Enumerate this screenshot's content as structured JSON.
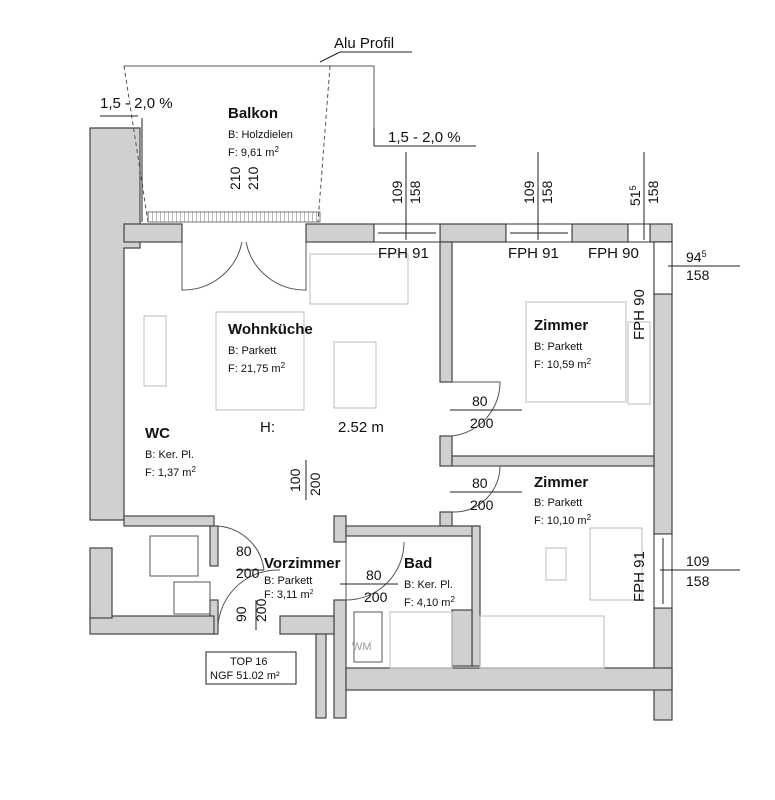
{
  "balcony": {
    "profile_label": "Alu Profil",
    "slope_left": "1,5 - 2,0 %",
    "slope_right": "1,5 - 2,0 %",
    "name": "Balkon",
    "floor": "B: Holzdielen",
    "area": "F: 9,61 m",
    "area_sup": "2",
    "door_dim_a": "210",
    "door_dim_b": "210"
  },
  "windows": {
    "w1_a": "109",
    "w1_b": "158",
    "w1_label": "FPH 91",
    "w2_a": "109",
    "w2_b": "158",
    "w2_label": "FPH 91",
    "w3_a": "51",
    "w3_a_sup": "5",
    "w3_b": "158",
    "w3_label": "FPH 90",
    "w4_a": "94",
    "w4_a_sup": "5",
    "w4_b": "158",
    "w4_label": "FPH 90",
    "w5_a": "109",
    "w5_b": "158",
    "w5_label": "FPH 91"
  },
  "rooms": {
    "wohnkueche": {
      "name": "Wohnküche",
      "floor": "B: Parkett",
      "area": "F: 21,75 m",
      "sup": "2"
    },
    "height": {
      "label": "H:",
      "value": "2.52 m"
    },
    "zimmer1": {
      "name": "Zimmer",
      "floor": "B: Parkett",
      "area": "F: 10,59 m",
      "sup": "2"
    },
    "zimmer2": {
      "name": "Zimmer",
      "floor": "B: Parkett",
      "area": "F: 10,10 m",
      "sup": "2"
    },
    "wc": {
      "name": "WC",
      "floor": "B: Ker. Pl.",
      "area": "F: 1,37 m",
      "sup": "2"
    },
    "vorzimmer": {
      "name": "Vorzimmer",
      "floor": "B: Parkett",
      "area": "F: 3,11 m",
      "sup": "2"
    },
    "bad": {
      "name": "Bad",
      "floor": "B: Ker. Pl.",
      "area": "F: 4,10 m",
      "sup": "2"
    }
  },
  "doors": {
    "d_z1_w": "80",
    "d_z1_h": "200",
    "d_z2_w": "80",
    "d_z2_h": "200",
    "d_wk_w": "100",
    "d_wk_h": "200",
    "d_wc_w": "80",
    "d_wc_h": "200",
    "d_bad_w": "80",
    "d_bad_h": "200",
    "d_entry_w": "90",
    "d_entry_h": "200"
  },
  "appliance": {
    "washer": "WM"
  },
  "unit": {
    "top": "TOP 16",
    "ngf": "NGF 51.02 m²"
  },
  "colors": {
    "wall_fill": "#d0d0d0",
    "line": "#222222",
    "furniture": "#bdbdbd"
  }
}
